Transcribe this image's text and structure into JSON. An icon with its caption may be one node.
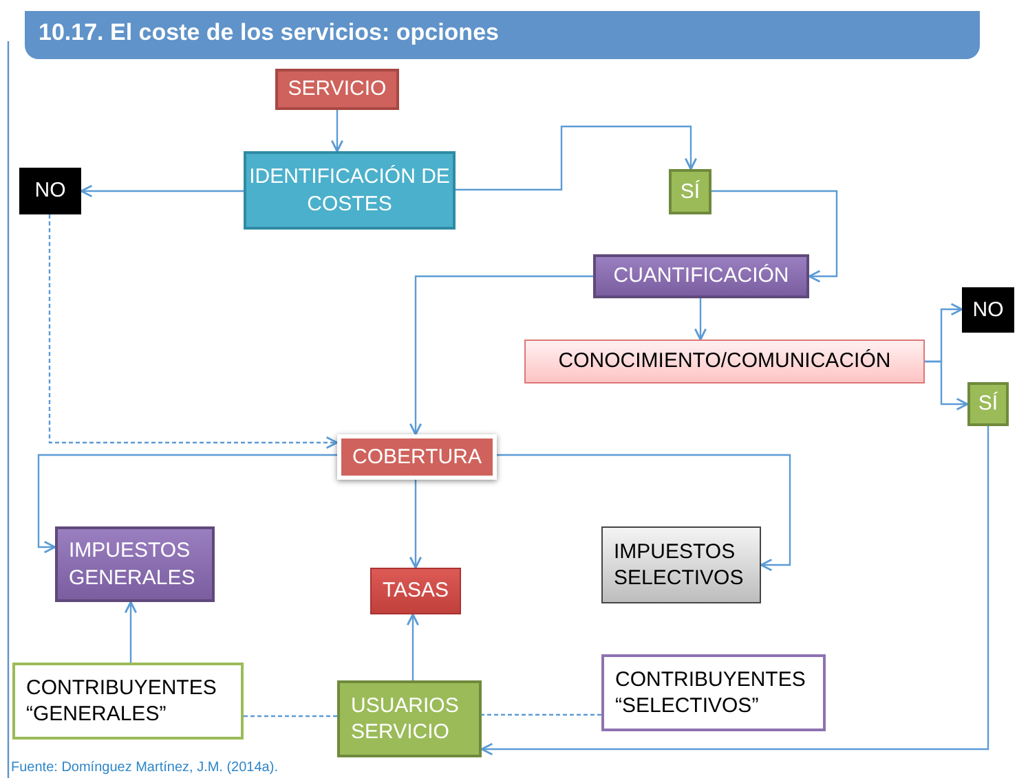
{
  "diagram": {
    "title": "10.17. El coste de los servicios: opciones",
    "nodes": [
      {
        "text": [
          "SERVICIO"
        ]
      },
      {
        "text": [
          "IDENTIFICACIÓN DE COSTES"
        ]
      },
      {
        "text": [
          "NO"
        ]
      },
      {
        "text": [
          "SÍ"
        ]
      },
      {
        "text": [
          "CUANTIFICACIÓN"
        ]
      },
      {
        "text": [
          "CONOCIMIENTO/COMUNICACIÓN"
        ]
      },
      {
        "text": [
          "NO"
        ]
      },
      {
        "text": [
          "SÍ"
        ]
      },
      {
        "text": [
          "COBERTURA"
        ]
      },
      {
        "text": [
          "IMPUESTOS GENERALES"
        ]
      },
      {
        "text": [
          "TASAS"
        ]
      },
      {
        "text": [
          "IMPUESTOS SELECTIVOS"
        ]
      },
      {
        "text": [
          "CONTRIBUYENTES “GENERALES”"
        ]
      },
      {
        "text": [
          "USUARIOS SERVICIO"
        ]
      },
      {
        "text": [
          "CONTRIBUYENTES “SELECTIVOS”"
        ]
      }
    ],
    "edges": [
      {
        "from": 0,
        "to": 1,
        "arrow": "to"
      },
      {
        "from": 1,
        "to": 2,
        "arrow": "to"
      },
      {
        "from": 1,
        "to": 3,
        "arrow": "to"
      },
      {
        "from": 3,
        "to": 4,
        "arrow": "to"
      },
      {
        "from": 4,
        "to": 5,
        "arrow": "to"
      },
      {
        "from": 4,
        "to": 8,
        "arrow": "to"
      },
      {
        "from": 2,
        "to": 8,
        "arrow": "to",
        "style": "dashed"
      },
      {
        "from": 5,
        "to": 6,
        "arrow": "to"
      },
      {
        "from": 5,
        "to": 7,
        "arrow": "to"
      },
      {
        "from": 7,
        "to": 13,
        "arrow": "to"
      },
      {
        "from": 8,
        "to": 9,
        "arrow": "to"
      },
      {
        "from": 8,
        "to": 10,
        "arrow": "to"
      },
      {
        "from": 8,
        "to": 11,
        "arrow": "to"
      },
      {
        "from": 12,
        "to": 9,
        "arrow": "to"
      },
      {
        "from": 13,
        "to": 10,
        "arrow": "to"
      },
      {
        "from": 12,
        "to": 13,
        "arrow": "none",
        "style": "dashed"
      },
      {
        "from": 14,
        "to": 13,
        "arrow": "none",
        "style": "dashed"
      }
    ],
    "labels": [
      "Fuente: Domínguez Martínez, J.M. (2014a)."
    ]
  }
}
